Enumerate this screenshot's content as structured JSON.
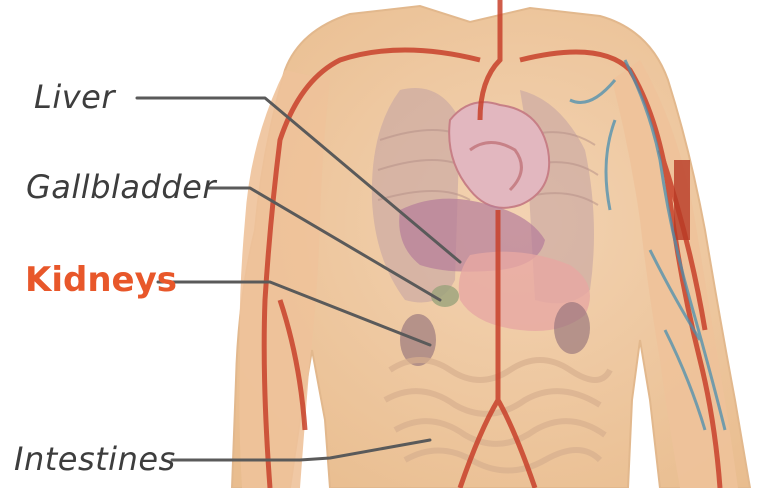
{
  "labels": {
    "liver": "Liver",
    "gallbladder": "Gallbladder",
    "kidneys": "Kidneys",
    "intestines": "Intestines"
  },
  "colors": {
    "highlight": "#e8572a",
    "label_text": "#3d3d3d",
    "leader_line": "#5a5a5a",
    "skin": "#f0c9a0",
    "artery": "#c8412b",
    "vein": "#4a8fb0"
  }
}
